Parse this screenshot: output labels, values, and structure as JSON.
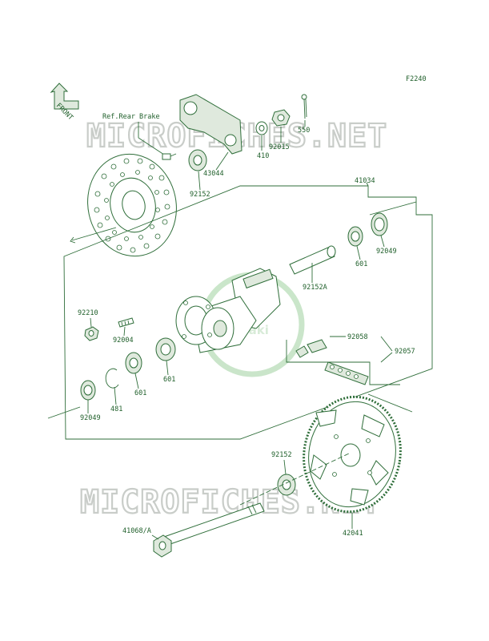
{
  "diagram_code": "F2240",
  "front_label": "FRONT",
  "ref_label": "Ref.Rear Brake",
  "watermark": "MICROFICHES.NET",
  "brand_watermark": "Kawasaki",
  "parts": {
    "p550": "550",
    "p92015": "92015",
    "p410": "410",
    "p43044": "43044",
    "p92152_top": "92152",
    "p41034": "41034",
    "p601_right": "601",
    "p92049_right": "92049",
    "p92152A": "92152A",
    "p92210": "92210",
    "p92004": "92004",
    "p92058": "92058",
    "p92057": "92057",
    "p601_mid": "601",
    "p601_left": "601",
    "p481": "481",
    "p92049_left": "92049",
    "p92152_bottom": "92152",
    "p41068A": "41068/A",
    "p42041": "42041"
  },
  "colors": {
    "line": "#2f6e3a",
    "text": "#1f5f2a",
    "watermark": "#c9cdc9"
  }
}
